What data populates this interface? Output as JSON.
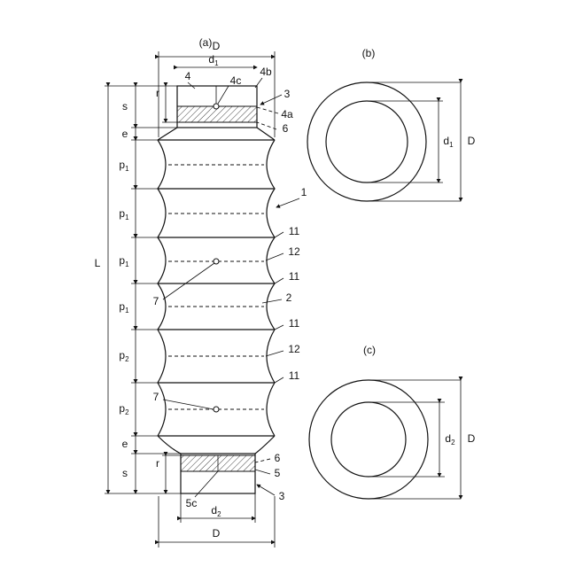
{
  "panel_labels": {
    "a": "(a)",
    "b": "(b)",
    "c": "(c)"
  },
  "dimension_labels": {
    "D": "D",
    "d1": "d",
    "d1_sub": "1",
    "d2": "d",
    "d2_sub": "2",
    "L": "L",
    "s": "s",
    "r": "r",
    "e": "e",
    "p": "p",
    "p1_sub": "1",
    "p2_sub": "2"
  },
  "part_labels": {
    "n1": "1",
    "n2": "2",
    "n3": "3",
    "n4": "4",
    "n4a": "4a",
    "n4b": "4b",
    "n4c": "4c",
    "n5": "5",
    "n5c": "5c",
    "n6": "6",
    "n7": "7",
    "n11": "11",
    "n12": "12"
  }
}
